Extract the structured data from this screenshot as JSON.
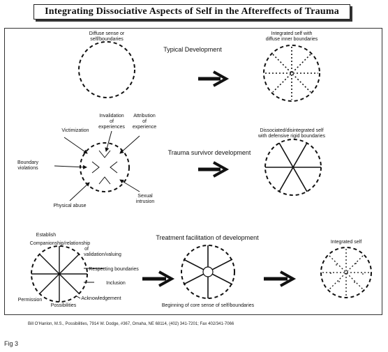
{
  "title": "Integrating Dissociative Aspects of Self in the Aftereffects of Trauma",
  "row1": {
    "left_caption": "Diffuse sense or\nself/boundaries",
    "middle_label": "Typical Development",
    "right_caption": "Integrated self with\ndiffuse inner boundaries"
  },
  "row2": {
    "labels": {
      "invalidation": "Invalidation\nof\nexperiences",
      "attribution": "Attribution\nof\nexperience",
      "victimization": "Victimization",
      "boundary": "Boundary\nviolations",
      "physical": "Physical abuse",
      "sexual": "Sexual\nintrusion"
    },
    "middle_label": "Trauma survivor development",
    "right_caption": "Dissociated/disintegrated self\nwith defensive rigid boundaries"
  },
  "row3": {
    "labels": {
      "establish": "Establish",
      "companionship": "Companionship/relationship",
      "of": "of",
      "validation": "validation/valuing",
      "respecting": "Respecting boundaries",
      "inclusion": "Inclusion",
      "acknowledgement": "Acknowledgement",
      "permission": "Permission",
      "possibilities": "Possibilities"
    },
    "middle_label": "Treatment facilitation of development",
    "bottom_caption": "Beginning of core sense of self/boundaries",
    "right_caption": "Integrated self"
  },
  "footer": "Bill O'Hanlon, M.S., Possibilities, 7914 W. Dodge, #367, Omaha, NE 68114, (402) 341-7201; Fax 402/341-7066",
  "fig_label": "Fig 3"
}
